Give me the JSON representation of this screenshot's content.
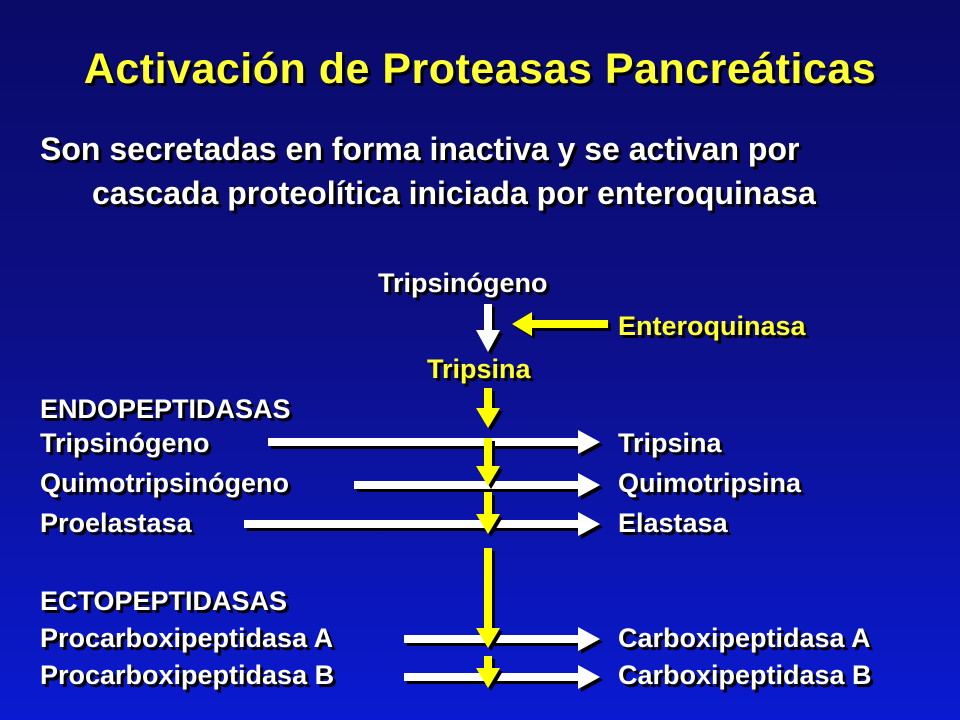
{
  "title": "Activación de Proteasas Pancreáticas",
  "subtitle": {
    "line1": "Son secretadas en forma inactiva y se activan por",
    "line2": "cascada proteolítica iniciada por enteroquinasa"
  },
  "top": {
    "precursor": "Tripsinógeno",
    "activator": "Enteroquinasa",
    "product": "Tripsina"
  },
  "endopeptidases": {
    "heading": "ENDOPEPTIDASAS",
    "rows": [
      {
        "precursor": "Tripsinógeno",
        "enzyme": "Tripsina"
      },
      {
        "precursor": "Quimotripsinógeno",
        "enzyme": "Quimotripsina"
      },
      {
        "precursor": "Proelastasa",
        "enzyme": "Elastasa"
      }
    ]
  },
  "ectopeptidases": {
    "heading": "ECTOPEPTIDASAS",
    "rows": [
      {
        "precursor": "Procarboxipeptidasa A",
        "enzyme": "Carboxipeptidasa A"
      },
      {
        "precursor": "Procarboxipeptidasa B",
        "enzyme": "Carboxipeptidasa B"
      }
    ]
  },
  "colors": {
    "title": "#ffff33",
    "text": "#ffffff",
    "arrow_white": "#ffffff",
    "arrow_yellow": "#ffff00",
    "background_top": "#0a0a68",
    "background_bottom": "#0a1ad2"
  }
}
